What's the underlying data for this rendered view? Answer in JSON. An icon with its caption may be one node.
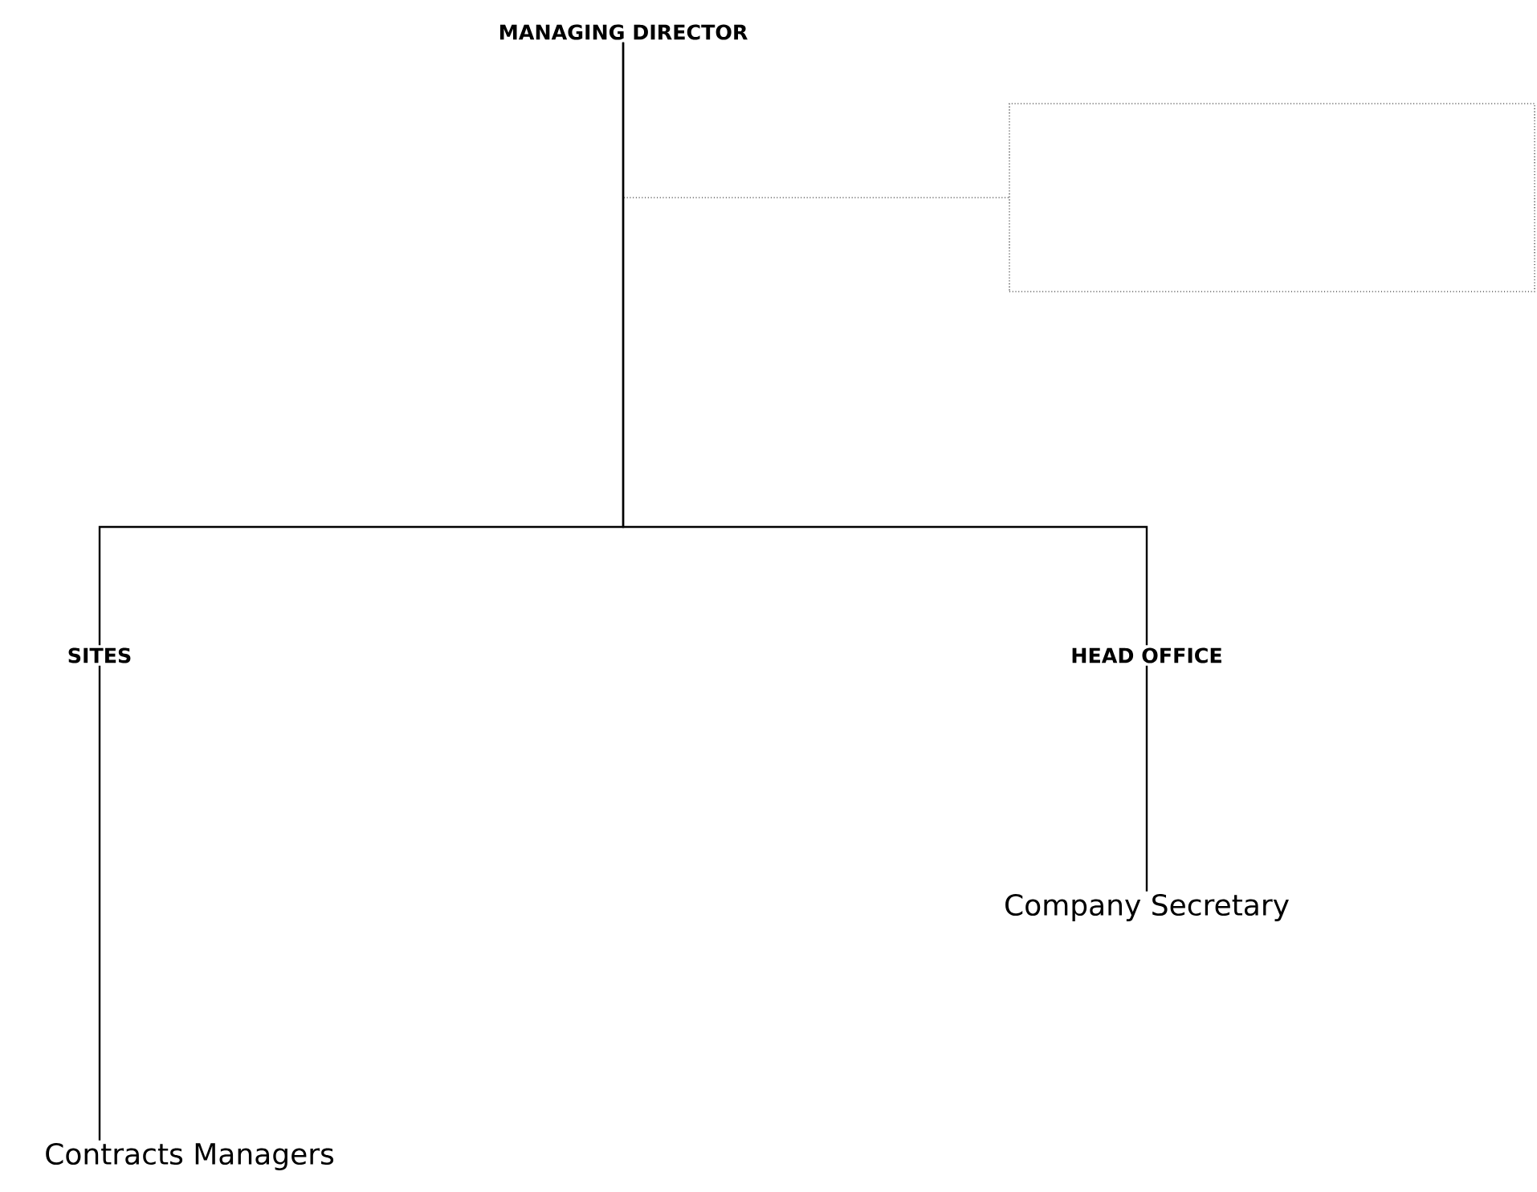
{
  "diagram": {
    "nodes": [
      {
        "text": [
          "MANAGING DIRECTOR"
        ]
      },
      {
        "text": [],
        "shape": "box"
      },
      {
        "text": [
          "SITES"
        ]
      },
      {
        "text": [
          "HEAD OFFICE"
        ]
      },
      {
        "text": [
          "Company Secretary"
        ]
      },
      {
        "text": [
          "Contracts Managers"
        ]
      }
    ],
    "edges": [
      {
        "from": 0,
        "to": 1,
        "arrow": "none",
        "style": "dashed"
      },
      {
        "from": 0,
        "to": 2,
        "arrow": "none"
      },
      {
        "from": 0,
        "to": 3,
        "arrow": "none"
      },
      {
        "from": 2,
        "to": 5,
        "arrow": "none"
      },
      {
        "from": 3,
        "to": 4,
        "arrow": "none"
      }
    ]
  }
}
